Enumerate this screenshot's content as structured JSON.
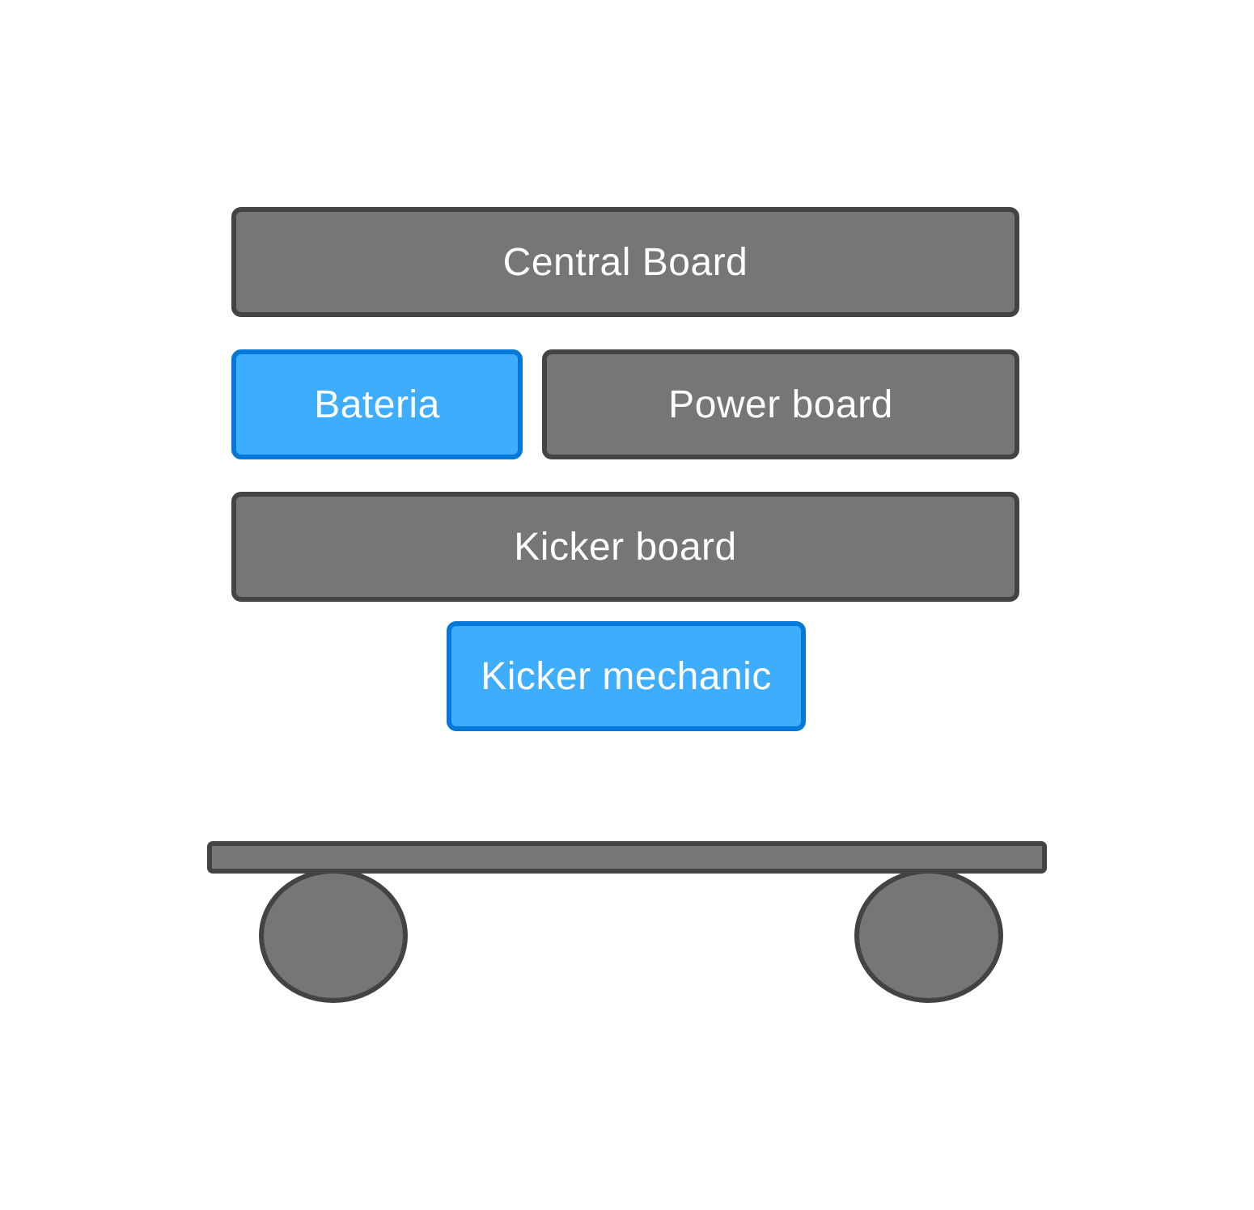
{
  "blocks": {
    "central_board": "Central Board",
    "bateria": "Bateria",
    "power_board": "Power board",
    "kicker_board": "Kicker board",
    "kicker_mechanic": "Kicker mechanic"
  },
  "colors": {
    "component_gray_fill": "#767676",
    "component_gray_border": "#434343",
    "component_blue_fill": "#3fadfd",
    "component_blue_border": "#0478d9",
    "label_text": "#ffffff",
    "background": "#ffffff"
  }
}
